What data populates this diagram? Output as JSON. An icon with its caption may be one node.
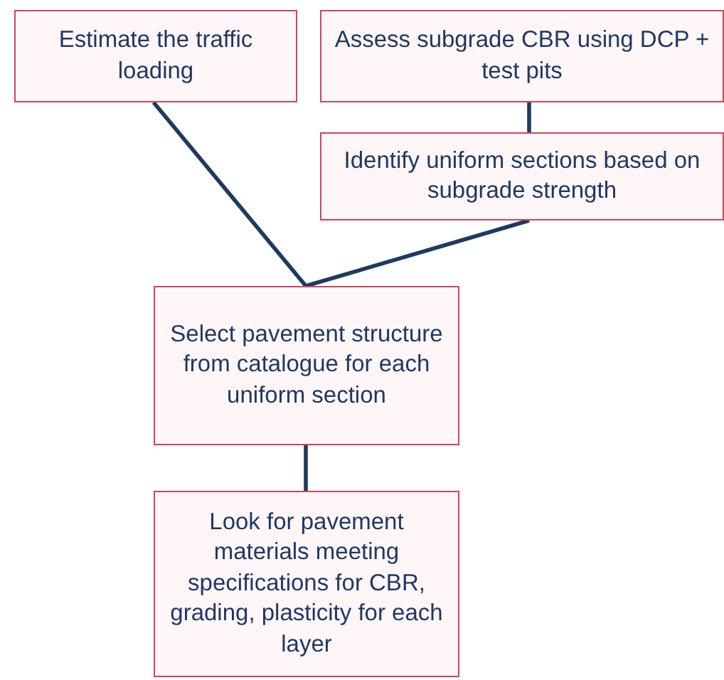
{
  "diagram": {
    "nodes": [
      {
        "text": [
          "Estimate the traffic loading"
        ]
      },
      {
        "text": [
          "Assess subgrade CBR using DCP + test pits"
        ]
      },
      {
        "text": [
          "Identify uniform sections based on subgrade strength"
        ]
      },
      {
        "text": [
          "Select pavement structure from catalogue for each uniform section"
        ]
      },
      {
        "text": [
          "Look for pavement materials meeting specifications for CBR, grading, plasticity for each layer"
        ]
      }
    ],
    "edges": [
      {
        "from": 0,
        "to": 3,
        "arrow": "none"
      },
      {
        "from": 1,
        "to": 2,
        "arrow": "none"
      },
      {
        "from": 2,
        "to": 3,
        "arrow": "none"
      },
      {
        "from": 3,
        "to": 4,
        "arrow": "none"
      }
    ]
  }
}
